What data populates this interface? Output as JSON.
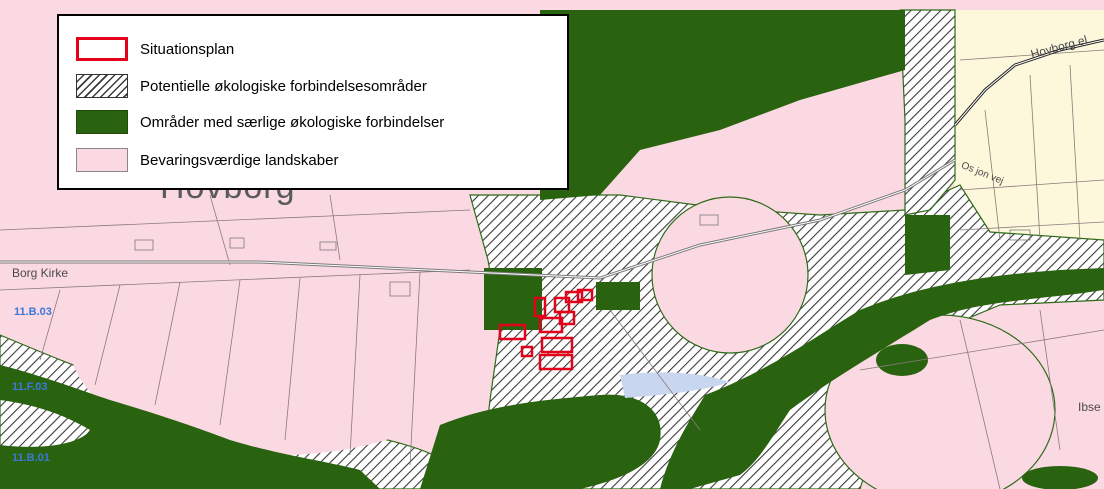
{
  "legend": {
    "items": [
      {
        "label": "Situationsplan",
        "color": "#e3001b"
      },
      {
        "label": "Potentielle økologiske forbindelsesområder",
        "color": "#3a3a3a"
      },
      {
        "label": "Områder med særlige økologiske forbindelser",
        "color": "#2a6310"
      },
      {
        "label": "Bevaringsværdige landskaber",
        "color": "#fbd9e3"
      }
    ]
  },
  "map": {
    "place_name": "Hovborg",
    "church_label": "Borg Kirke",
    "road_label_1": "Hovborg el",
    "road_label_2": "Os jon vej",
    "east_label": "Ibse",
    "zone_codes": [
      "11.B.03",
      "11.F.03",
      "11.B.01"
    ],
    "colors": {
      "landscape_pink": "#fbd9e3",
      "rural_yellow": "#fdf8dc",
      "forest_green": "#2a6310",
      "hatch": "#3a3a3a",
      "site_red": "#e3001b",
      "zone_code_blue": "#3b78d8",
      "water": "#c8d6f0"
    }
  }
}
